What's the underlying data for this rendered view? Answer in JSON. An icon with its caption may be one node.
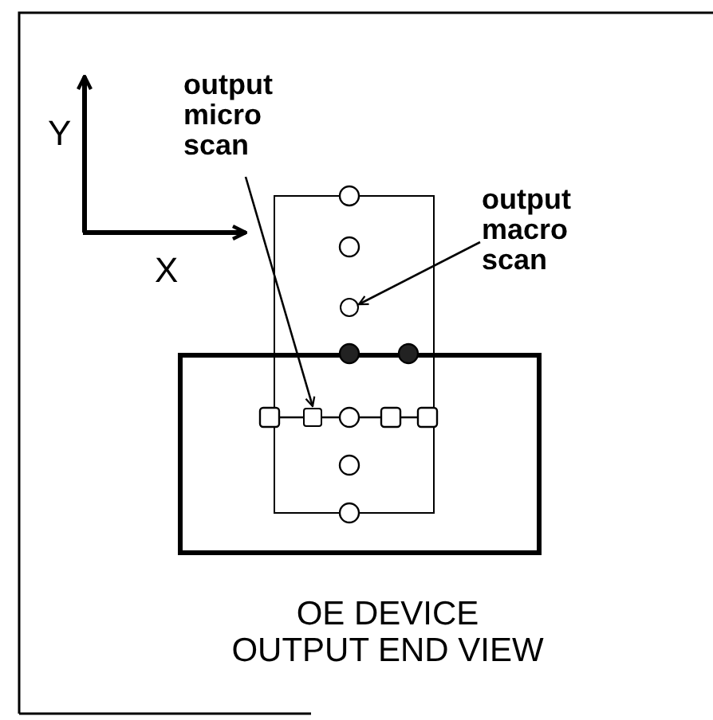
{
  "diagram": {
    "caption": "OE DEVICE OUTPUT END VIEW",
    "nodes": [
      {
        "text": [
          "output micro scan"
        ]
      },
      {
        "text": [],
        "shape": "box"
      },
      {
        "text": [
          "output macro scan"
        ]
      },
      {
        "text": [],
        "shape": "circle"
      }
    ],
    "edges": [
      {
        "from": 0,
        "to": 1,
        "arrow": "to"
      },
      {
        "from": 2,
        "to": 3,
        "arrow": "to"
      }
    ],
    "labels": [
      "Y",
      "X"
    ]
  }
}
